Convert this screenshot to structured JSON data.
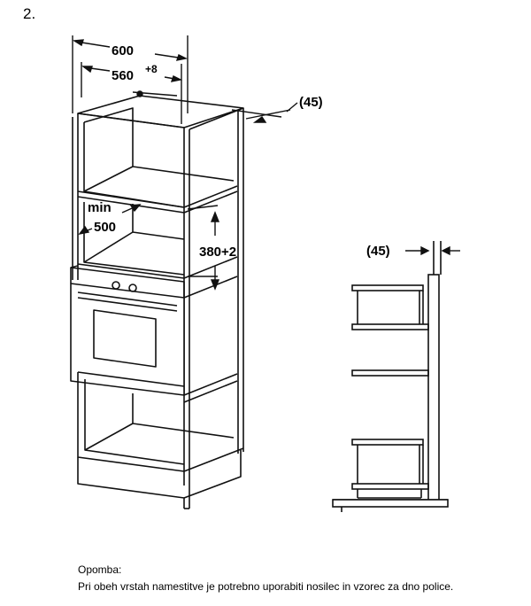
{
  "step_number": "2.",
  "dimensions": {
    "width_total": "600",
    "width_niche": "560",
    "width_niche_tolerance": "+8",
    "depth_gap_cabinet": "(45)",
    "depth_gap_side": "(45)",
    "min_label": "min",
    "min_value": "500",
    "niche_height": "380+2"
  },
  "note": {
    "title": "Opomba:",
    "text": "Pri obeh vrstah namestitve je potrebno uporabiti nosilec in vzorec za dno police."
  }
}
